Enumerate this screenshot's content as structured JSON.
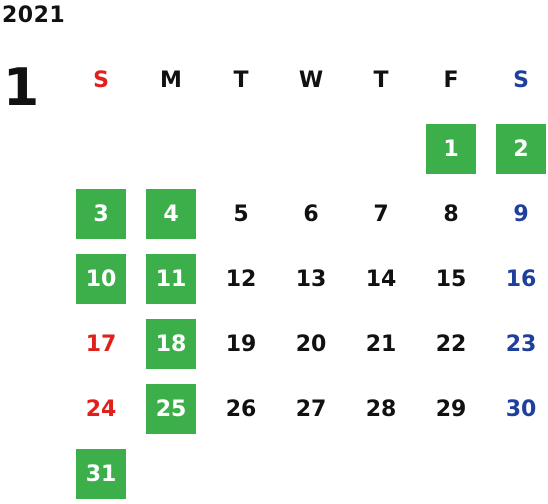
{
  "calendar": {
    "year": "2021",
    "month": "1",
    "colors": {
      "sunday": "#e0201c",
      "saturday": "#1e3f9c",
      "weekday": "#111111",
      "holiday_bg": "#3daf4a",
      "holiday_fg": "#ffffff"
    },
    "weekdays": [
      {
        "label": "S",
        "color": "#e0201c"
      },
      {
        "label": "M",
        "color": "#111111"
      },
      {
        "label": "T",
        "color": "#111111"
      },
      {
        "label": "W",
        "color": "#111111"
      },
      {
        "label": "T",
        "color": "#111111"
      },
      {
        "label": "F",
        "color": "#111111"
      },
      {
        "label": "S",
        "color": "#1e3f9c"
      }
    ],
    "first_day_column": 5,
    "days": [
      {
        "day": "1",
        "holiday": true
      },
      {
        "day": "2",
        "holiday": true
      },
      {
        "day": "3",
        "holiday": true
      },
      {
        "day": "4",
        "holiday": true
      },
      {
        "day": "5",
        "holiday": false
      },
      {
        "day": "6",
        "holiday": false
      },
      {
        "day": "7",
        "holiday": false
      },
      {
        "day": "8",
        "holiday": false
      },
      {
        "day": "9",
        "holiday": false
      },
      {
        "day": "10",
        "holiday": true
      },
      {
        "day": "11",
        "holiday": true
      },
      {
        "day": "12",
        "holiday": false
      },
      {
        "day": "13",
        "holiday": false
      },
      {
        "day": "14",
        "holiday": false
      },
      {
        "day": "15",
        "holiday": false
      },
      {
        "day": "16",
        "holiday": false
      },
      {
        "day": "17",
        "holiday": false
      },
      {
        "day": "18",
        "holiday": true
      },
      {
        "day": "19",
        "holiday": false
      },
      {
        "day": "20",
        "holiday": false
      },
      {
        "day": "21",
        "holiday": false
      },
      {
        "day": "22",
        "holiday": false
      },
      {
        "day": "23",
        "holiday": false
      },
      {
        "day": "24",
        "holiday": false
      },
      {
        "day": "25",
        "holiday": true
      },
      {
        "day": "26",
        "holiday": false
      },
      {
        "day": "27",
        "holiday": false
      },
      {
        "day": "28",
        "holiday": false
      },
      {
        "day": "29",
        "holiday": false
      },
      {
        "day": "30",
        "holiday": false
      },
      {
        "day": "31",
        "holiday": true
      }
    ]
  }
}
